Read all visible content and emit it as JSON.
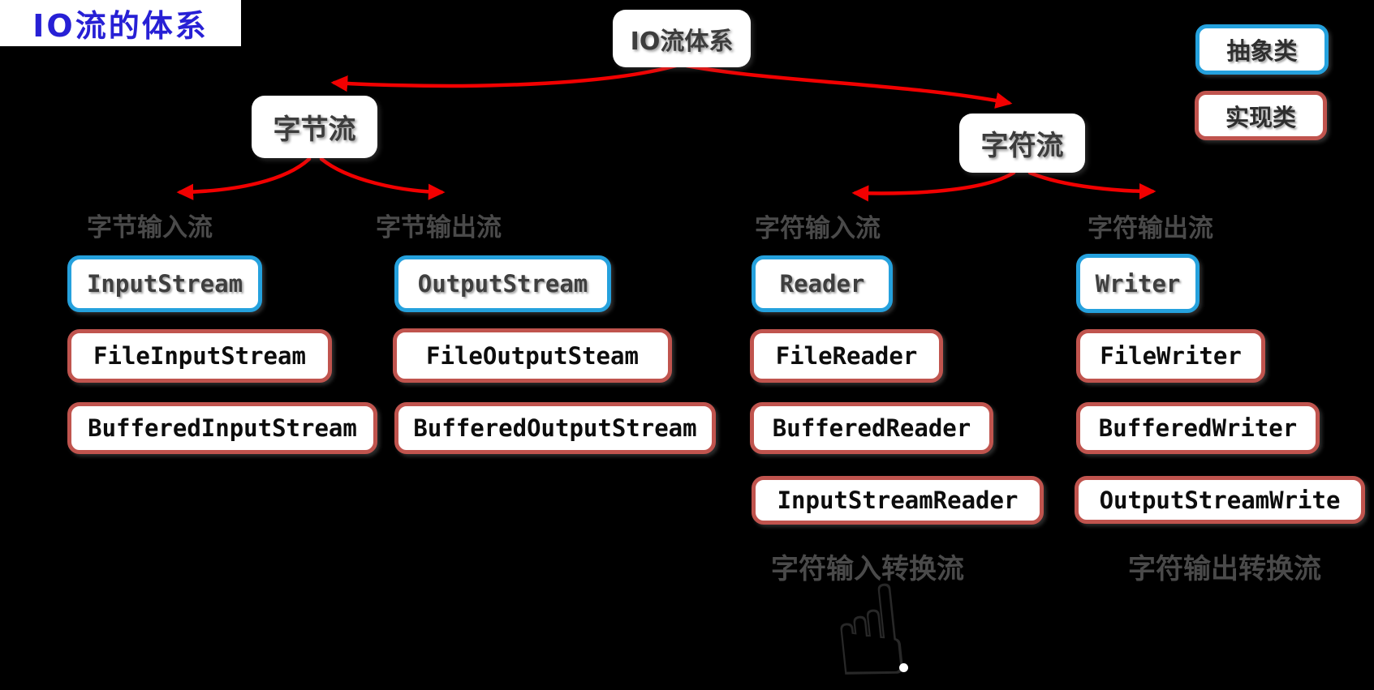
{
  "page": {
    "title": "IO流的体系"
  },
  "tree": {
    "root": "IO流体系",
    "branches": [
      {
        "label": "字节流"
      },
      {
        "label": "字符流"
      }
    ]
  },
  "columns": [
    {
      "header": "字节输入流",
      "classes": [
        {
          "name": "InputStream",
          "type": "abstract"
        },
        {
          "name": "FileInputStream",
          "type": "implementation"
        },
        {
          "name": "BufferedInputStream",
          "type": "implementation"
        }
      ],
      "footer": ""
    },
    {
      "header": "字节输出流",
      "classes": [
        {
          "name": "OutputStream",
          "type": "abstract"
        },
        {
          "name": "FileOutputSteam",
          "type": "implementation"
        },
        {
          "name": "BufferedOutputStream",
          "type": "implementation"
        }
      ],
      "footer": ""
    },
    {
      "header": "字符输入流",
      "classes": [
        {
          "name": "Reader",
          "type": "abstract"
        },
        {
          "name": "FileReader",
          "type": "implementation"
        },
        {
          "name": "BufferedReader",
          "type": "implementation"
        },
        {
          "name": "InputStreamReader",
          "type": "implementation"
        }
      ],
      "footer": "字符输入转换流"
    },
    {
      "header": "字符输出流",
      "classes": [
        {
          "name": "Writer",
          "type": "abstract"
        },
        {
          "name": "FileWriter",
          "type": "implementation"
        },
        {
          "name": "BufferedWriter",
          "type": "implementation"
        },
        {
          "name": "OutputStreamWrite",
          "type": "implementation"
        }
      ],
      "footer": "字符输出转换流"
    }
  ],
  "legend": {
    "items": [
      {
        "label": "抽象类",
        "type": "abstract",
        "border_color": "#25a1dd"
      },
      {
        "label": "实现类",
        "type": "implementation",
        "border_color": "#c0544e"
      }
    ]
  },
  "colors": {
    "background": "#000000",
    "arrow": "#f20000",
    "abstract_border": "#25a1dd",
    "implementation_border": "#c0544e",
    "title_text": "#2720d5",
    "label_gray": "#4a4a4a",
    "node_background": "#ffffff"
  },
  "icons": {
    "hand_pointer_glyph": "☝"
  }
}
